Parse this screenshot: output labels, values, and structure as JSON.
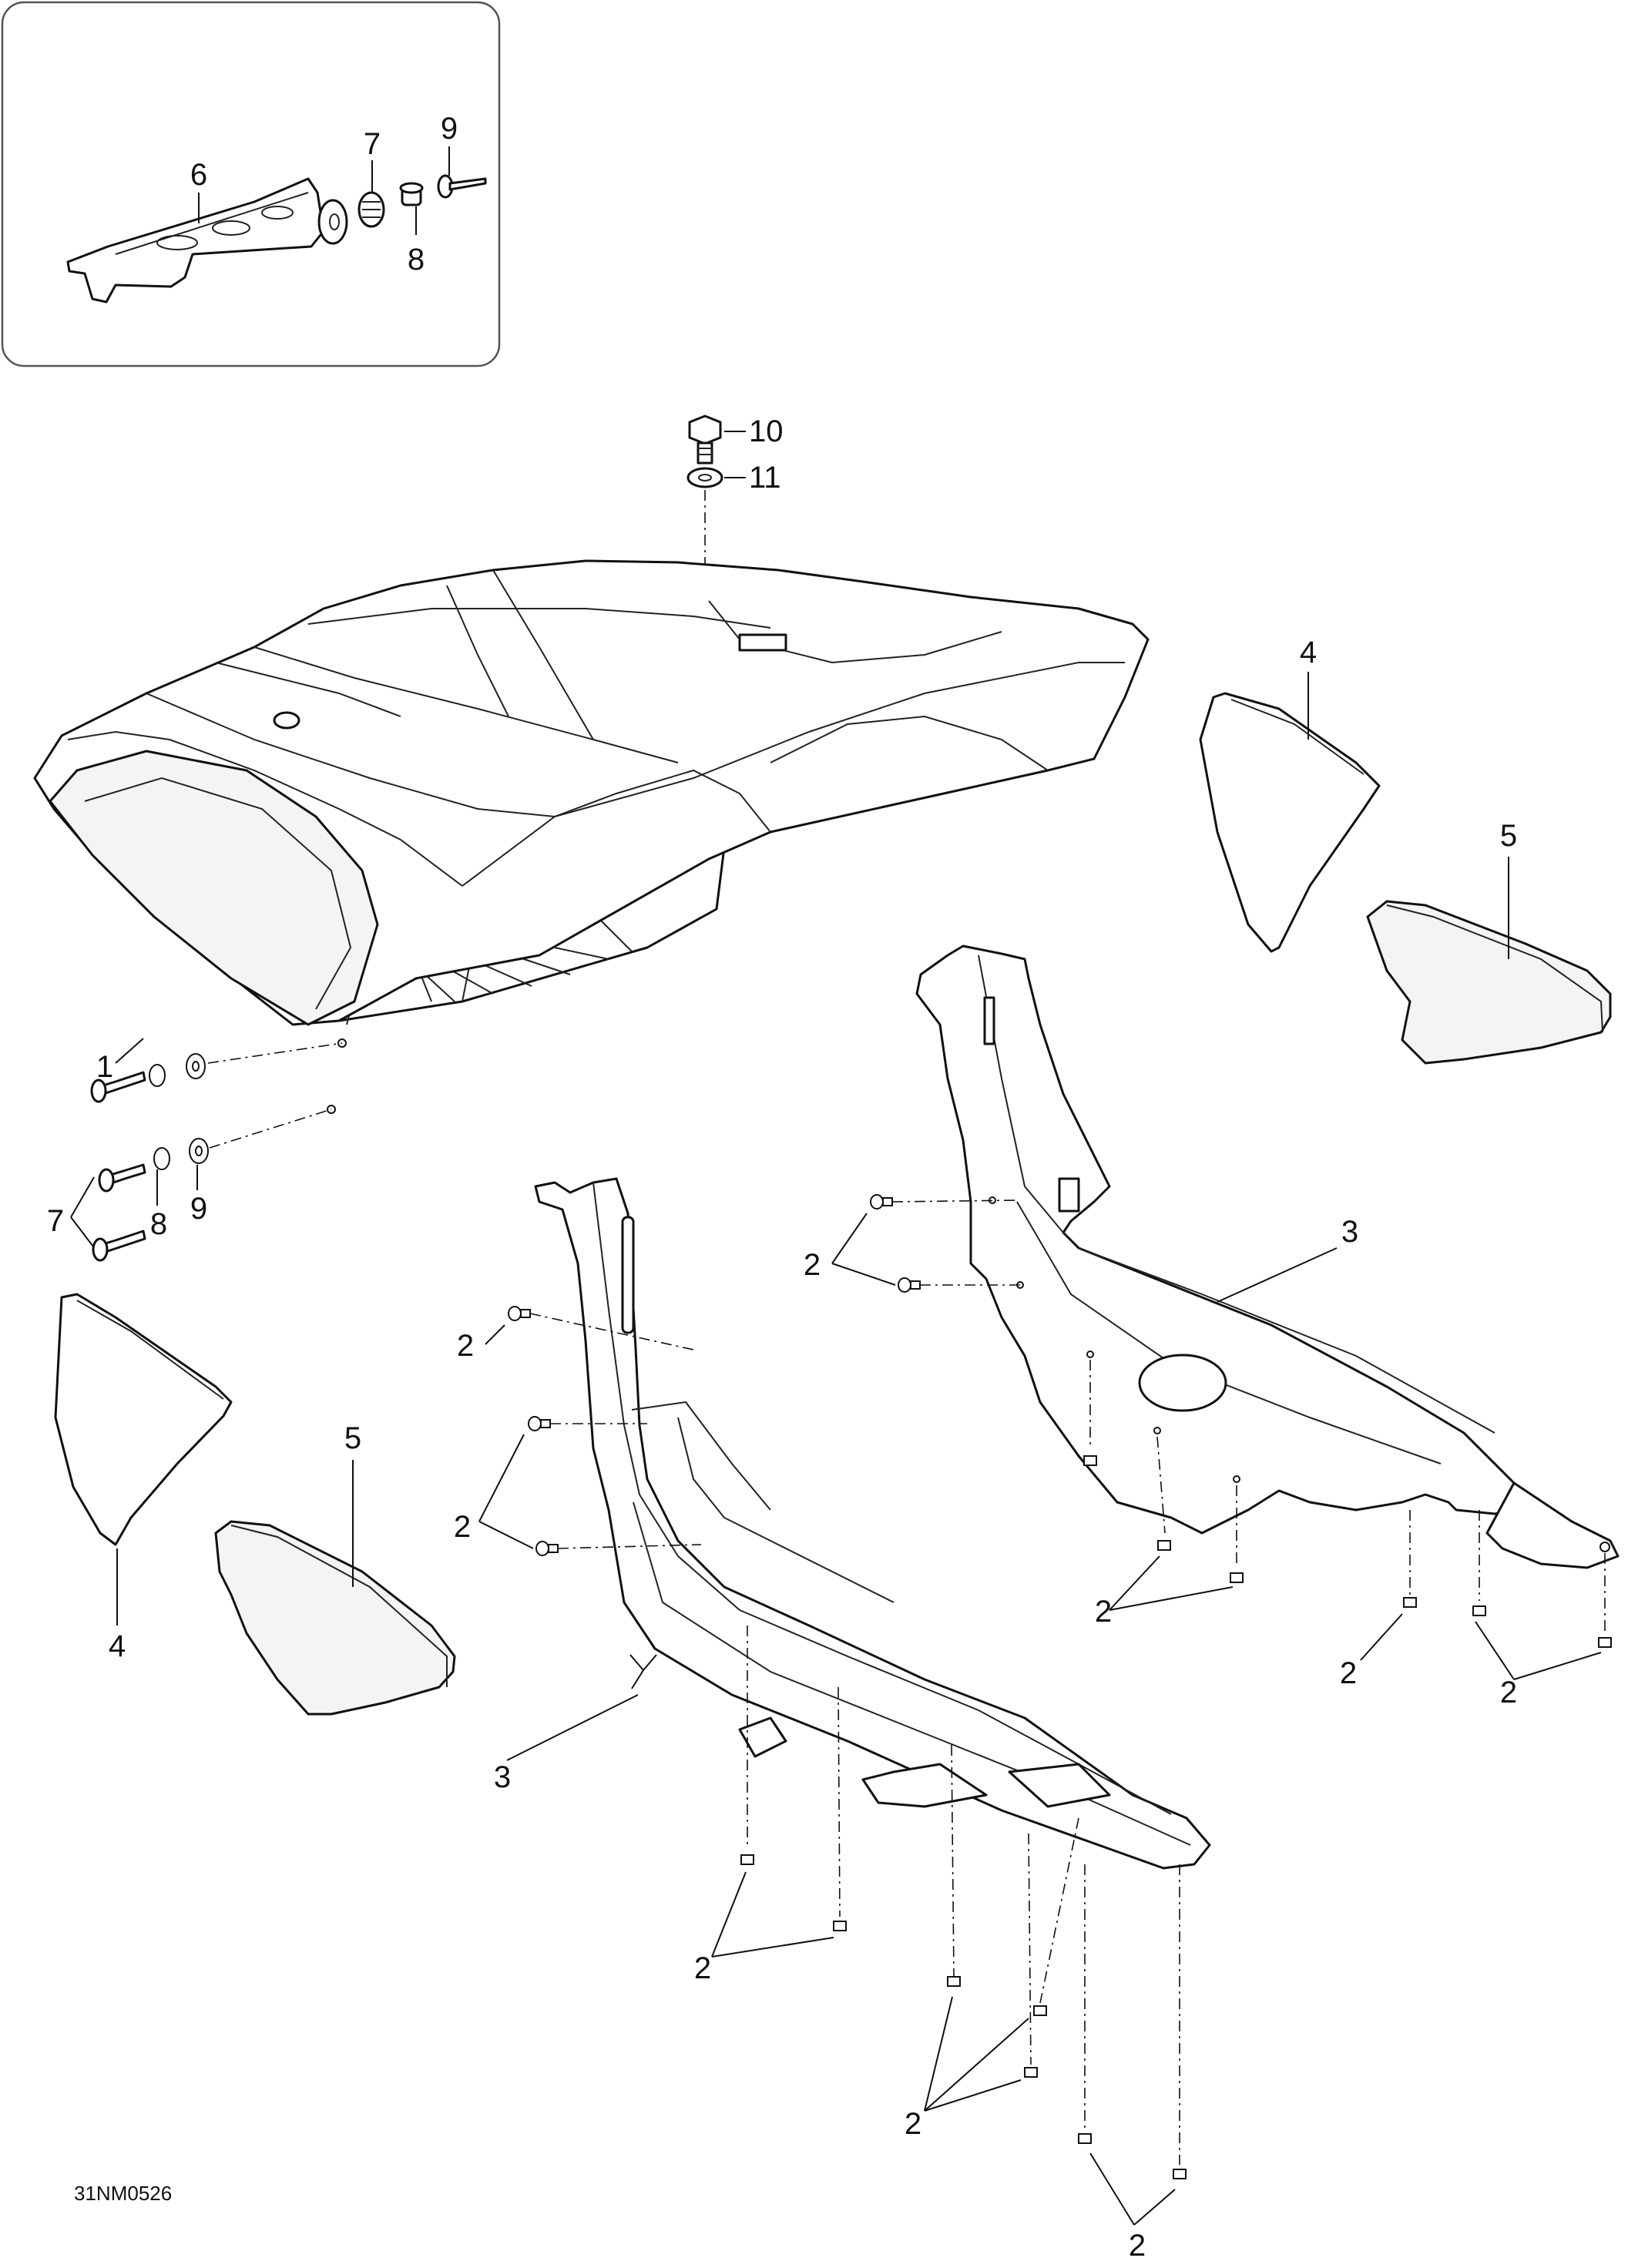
{
  "diagram": {
    "reference_code": "31NM0526",
    "callouts": {
      "inset_6": "6",
      "inset_7": "7",
      "inset_8": "8",
      "inset_9": "9",
      "top_10": "10",
      "top_11": "11",
      "cover_1": "1",
      "left_7": "7",
      "left_8": "8",
      "left_9": "9",
      "panel_4_right": "4",
      "pad_5_right": "5",
      "panel_4_left": "4",
      "pad_5_left": "5",
      "rail_3_right": "3",
      "rail_3_left": "3",
      "screw_2_a": "2",
      "screw_2_b": "2",
      "screw_2_c": "2",
      "screw_2_d": "2",
      "screw_2_e": "2",
      "screw_2_f": "2",
      "screw_2_g": "2",
      "screw_2_h": "2",
      "screw_2_i": "2"
    }
  }
}
